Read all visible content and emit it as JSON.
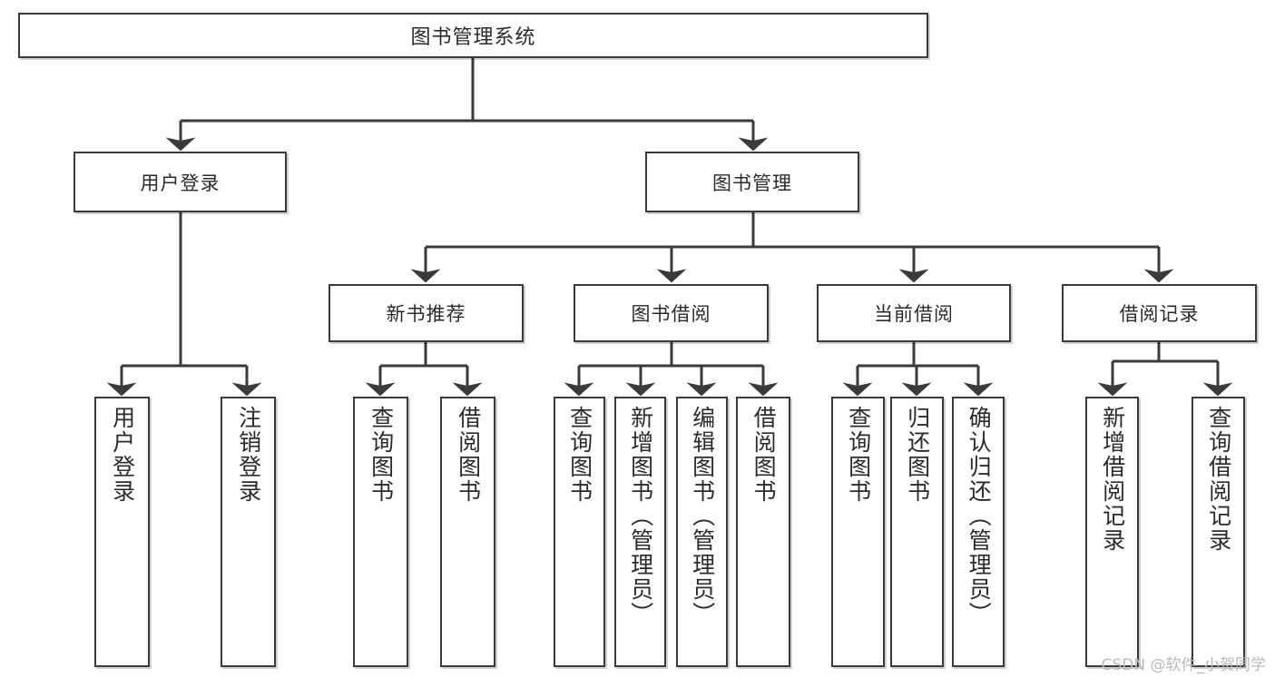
{
  "diagram": {
    "title": "图书管理系统",
    "type": "tree-hierarchy-diagram",
    "watermark": "CSDN @软件_小贺同学",
    "colors": {
      "box_border": "#3a3a3a",
      "box_fill": "#ffffff",
      "connector": "#3a3a3a",
      "text": "#2b2b2b",
      "watermark": "#b9b9b9"
    },
    "root": {
      "label": "图书管理系统"
    },
    "level2": [
      {
        "label": "用户登录"
      },
      {
        "label": "图书管理"
      }
    ],
    "level3": [
      {
        "label": "新书推荐"
      },
      {
        "label": "图书借阅"
      },
      {
        "label": "当前借阅"
      },
      {
        "label": "借阅记录"
      }
    ],
    "leaves": [
      {
        "label": "用户登录"
      },
      {
        "label": "注销登录"
      },
      {
        "label": "查询图书"
      },
      {
        "label": "借阅图书"
      },
      {
        "label": "查询图书"
      },
      {
        "label": "新增图书（管理员）"
      },
      {
        "label": "编辑图书（管理员）"
      },
      {
        "label": "借阅图书"
      },
      {
        "label": "查询图书"
      },
      {
        "label": "归还图书"
      },
      {
        "label": "确认归还（管理员）"
      },
      {
        "label": "新增借阅记录"
      },
      {
        "label": "查询借阅记录"
      }
    ]
  }
}
